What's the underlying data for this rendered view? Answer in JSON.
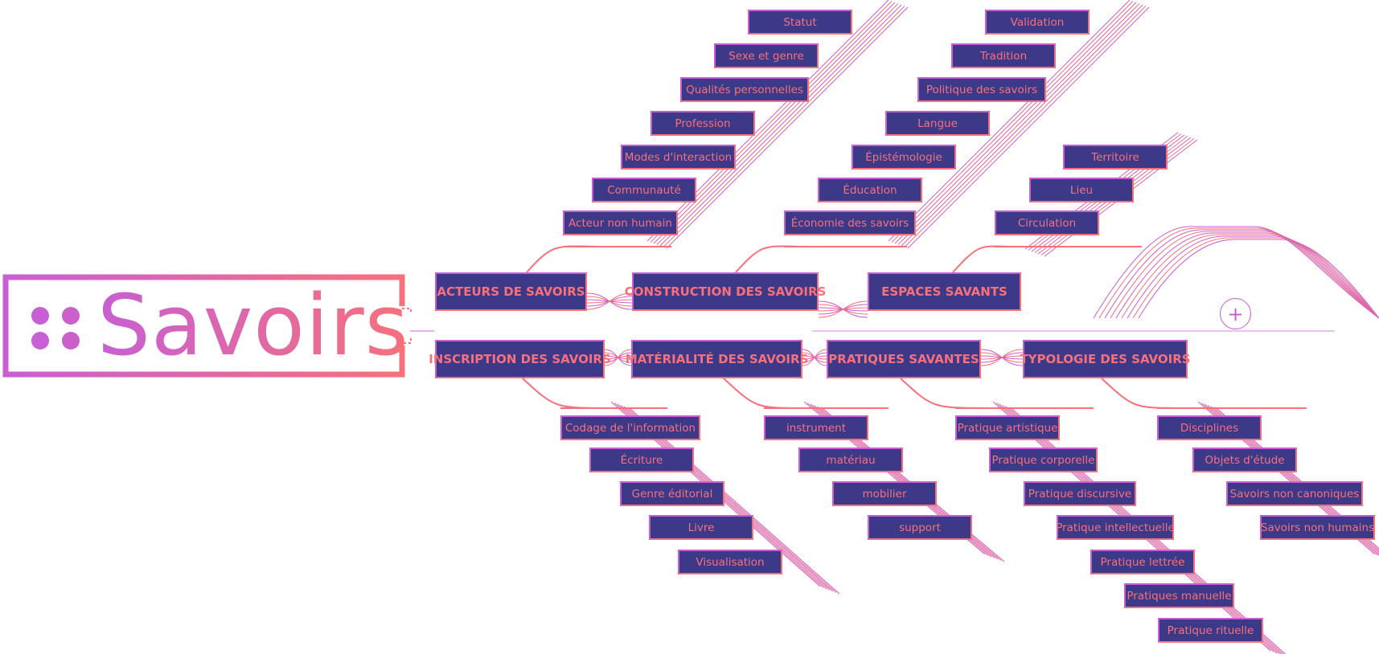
{
  "title": "::Savoirs",
  "logo": {
    "dots": "::",
    "word": "Savoirs"
  },
  "colors": {
    "node_fill": "#3c3989",
    "pink": "#f7707a",
    "violet": "#c85fd4"
  },
  "add_icon": "plus-icon",
  "categories": [
    {
      "label": "ACTEURS DE SAVOIRS",
      "items": [
        "Statut",
        "Sexe et genre",
        "Qualités personnelles",
        "Profession",
        "Modes d'interaction",
        "Communauté",
        "Acteur non humain"
      ]
    },
    {
      "label": "CONSTRUCTION DES SAVOIRS",
      "items": [
        "Validation",
        "Tradition",
        "Politique des savoirs",
        "Langue",
        "Épistémologie",
        "Éducation",
        "Économie des savoirs"
      ]
    },
    {
      "label": "ESPACES SAVANTS",
      "items": [
        "Territoire",
        "Lieu",
        "Circulation"
      ]
    },
    {
      "label": "INSCRIPTION DES SAVOIRS",
      "items": [
        "Codage de l'information",
        "Écriture",
        "Genre éditorial",
        "Livre",
        "Visualisation"
      ]
    },
    {
      "label": "MATÉRIALITÉ DES SAVOIRS",
      "items": [
        "instrument",
        "matériau",
        "mobilier",
        "support"
      ]
    },
    {
      "label": "PRATIQUES SAVANTES",
      "items": [
        "Pratique artistique",
        "Pratique corporelle",
        "Pratique discursive",
        "Pratique intellectuelle",
        "Pratique lettrée",
        "Pratiques manuelle",
        "Pratique rituelle"
      ]
    },
    {
      "label": "TYPOLOGIE DES SAVOIRS",
      "items": [
        "Disciplines",
        "Objets d'étude",
        "Savoirs non canoniques",
        "Savoirs non humains"
      ]
    }
  ]
}
